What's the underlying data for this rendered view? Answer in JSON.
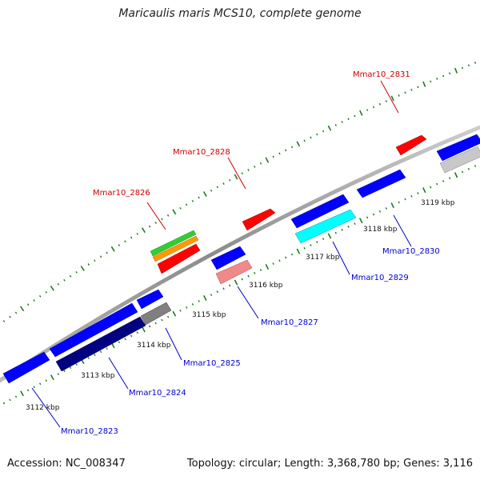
{
  "title": "Maricaulis maris MCS10, complete genome",
  "accession": "Accession: NC_008347",
  "topology": "Topology: circular; Length: 3,368,780 bp; Genes: 3,116",
  "colors": {
    "backbone": "#9a9a9a",
    "tick": "#1e7a1e",
    "label_red": "#cc0000",
    "label_blue": "#0000cc"
  },
  "kbp_labels": [
    "3112 kbp",
    "3113 kbp",
    "3114 kbp",
    "3115 kbp",
    "3116 kbp",
    "3117 kbp",
    "3118 kbp",
    "3119 kbp"
  ],
  "gene_labels": {
    "Mmar10_2823": "Mmar10_2823",
    "Mmar10_2824": "Mmar10_2824",
    "Mmar10_2825": "Mmar10_2825",
    "Mmar10_2826": "Mmar10_2826",
    "Mmar10_2827": "Mmar10_2827",
    "Mmar10_2828": "Mmar10_2828",
    "Mmar10_2829": "Mmar10_2829",
    "Mmar10_2830": "Mmar10_2830",
    "Mmar10_2831": "Mmar10_2831"
  }
}
